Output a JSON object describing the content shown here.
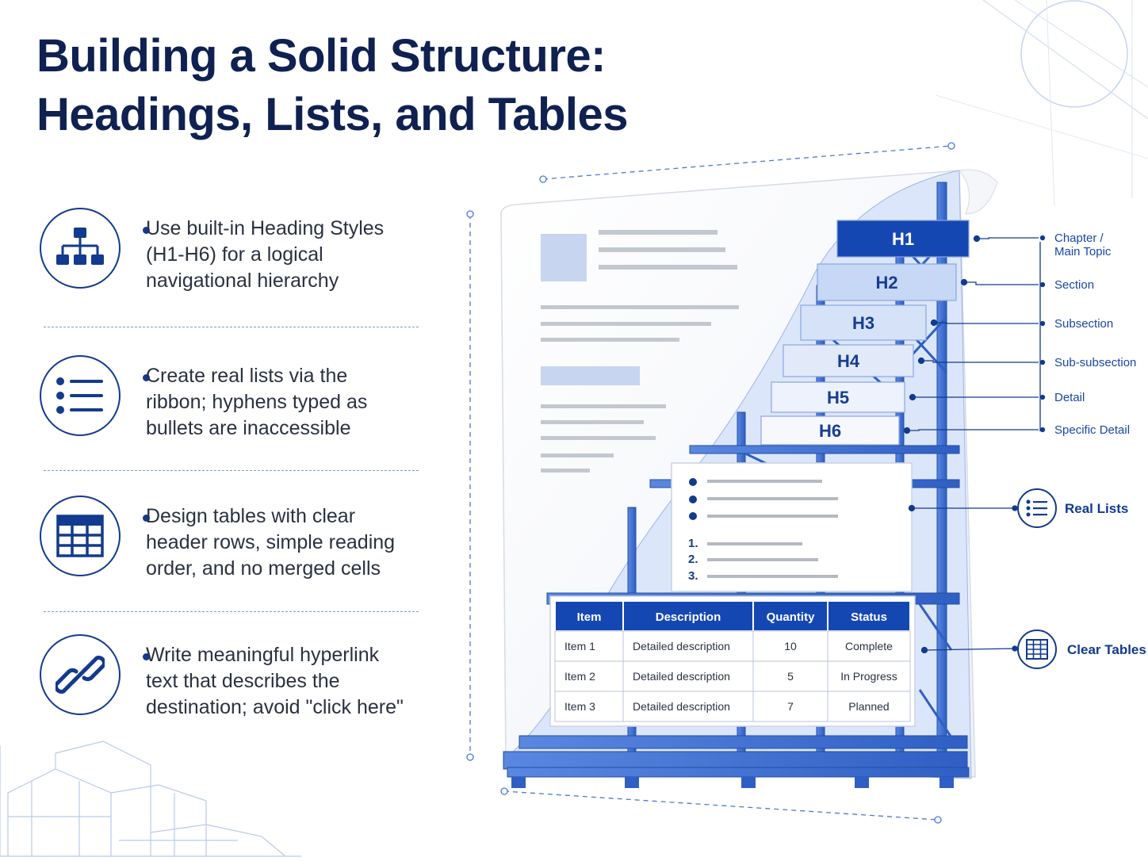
{
  "title": {
    "line1": "Building a Solid Structure:",
    "line2": "Headings, Lists, and Tables"
  },
  "points": [
    {
      "icon": "hierarchy-icon",
      "lines": [
        "Use built-in Heading Styles",
        "(H1-H6) for a logical",
        "navigational hierarchy"
      ]
    },
    {
      "icon": "list-icon",
      "lines": [
        "Create real lists via the",
        "ribbon; hyphens typed as",
        "bullets are inaccessible"
      ]
    },
    {
      "icon": "table-icon",
      "lines": [
        "Design tables with clear",
        "header rows, simple reading",
        "order, and no merged cells"
      ]
    },
    {
      "icon": "link-icon",
      "lines": [
        "Write meaningful hyperlink",
        "text that describes the",
        "destination; avoid \"click here\""
      ]
    }
  ],
  "headings": [
    {
      "tag": "H1",
      "label_lines": [
        "Chapter /",
        "Main Topic"
      ]
    },
    {
      "tag": "H2",
      "label_lines": [
        "Section"
      ]
    },
    {
      "tag": "H3",
      "label_lines": [
        "Subsection"
      ]
    },
    {
      "tag": "H4",
      "label_lines": [
        "Sub-subsection"
      ]
    },
    {
      "tag": "H5",
      "label_lines": [
        "Detail"
      ]
    },
    {
      "tag": "H6",
      "label_lines": [
        "Specific Detail"
      ]
    }
  ],
  "list_numbers": [
    "1.",
    "2.",
    "3."
  ],
  "callouts": {
    "lists": {
      "icon": "list-icon",
      "label": "Real Lists"
    },
    "tables": {
      "icon": "table-icon",
      "label": "Clear Tables"
    }
  },
  "table": {
    "headers": [
      "Item",
      "Description",
      "Quantity",
      "Status"
    ],
    "rows": [
      [
        "Item 1",
        "Detailed description",
        "10",
        "Complete"
      ],
      [
        "Item 2",
        "Detailed description",
        "5",
        "In Progress"
      ],
      [
        "Item 3",
        "Detailed description",
        "7",
        "Planned"
      ]
    ]
  },
  "colors": {
    "navy": "#0f2151",
    "accent": "#123a8e",
    "blueprint": "#4c78d8",
    "label": "#1a45a8"
  }
}
